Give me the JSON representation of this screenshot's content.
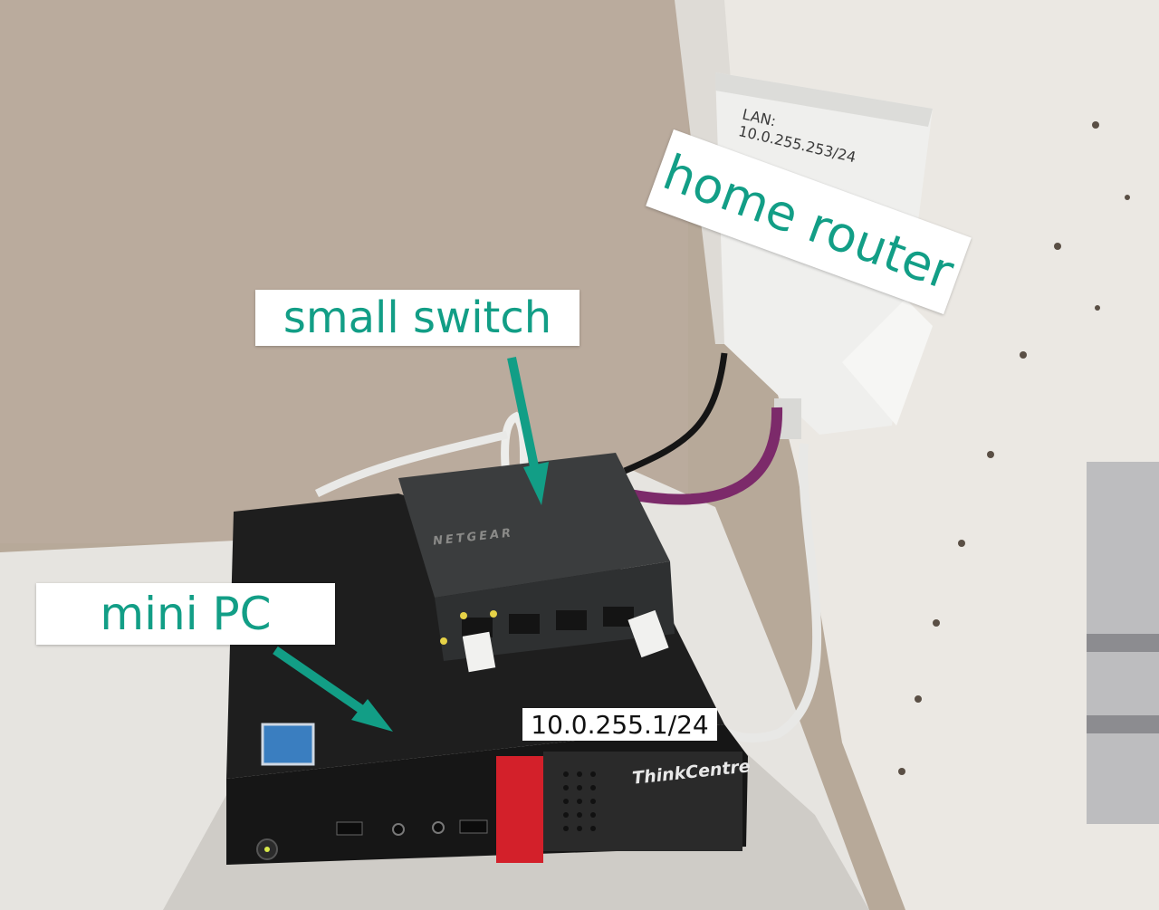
{
  "callouts": {
    "home_router": "home router",
    "small_switch": "small switch",
    "mini_pc": "mini PC"
  },
  "labels": {
    "router_lan": "LAN: 10.0.255.253/24",
    "mini_pc_ip": "10.0.255.1/24"
  },
  "brands": {
    "pc": "ThinkCentre",
    "switch": "NETGEAR"
  },
  "colors": {
    "callout_text": "#129e86",
    "arrow": "#129e86",
    "wall": "#b9ab9c",
    "shelf": "#e9e7e3",
    "pc_body": "#1c1c1c",
    "pc_accent": "#d3202a",
    "switch_body": "#3a3c3d",
    "cable_white": "#ececea",
    "cable_purple": "#7c2a6a",
    "router_body": "#eeeeec"
  }
}
